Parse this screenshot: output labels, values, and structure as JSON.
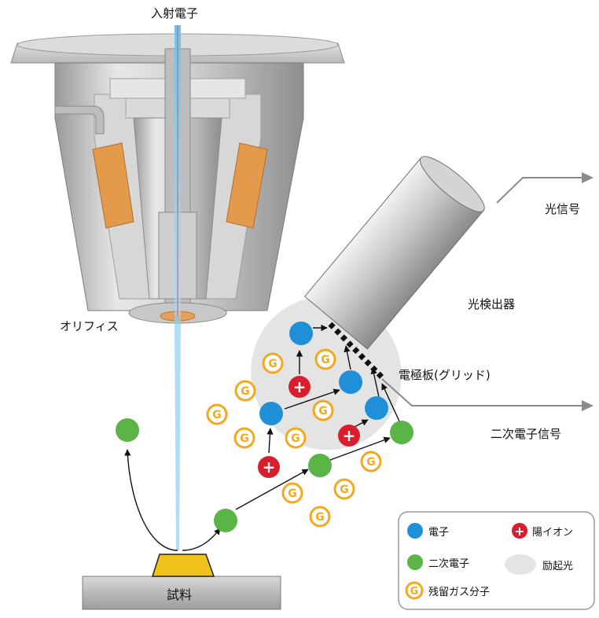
{
  "labels": {
    "incident_electrons": "入射電子",
    "orifice": "オリフィス",
    "light_signal": "光信号",
    "photodetector": "光検出器",
    "electrode_plate": "電極板(グリッド)",
    "secondary_electron_signal": "二次電子信号",
    "sample": "試料"
  },
  "particle_glyphs": {
    "gas": "G",
    "ion": "+"
  },
  "legend": {
    "electron": "電子",
    "positive_ion": "陽イオン",
    "secondary_electron": "二次電子",
    "excitation_light": "励起光",
    "residual_gas": "残留ガス分子"
  },
  "colors": {
    "electron": "#1f8fd8",
    "ion": "#d81e2c",
    "secondary_electron": "#5ab446",
    "gas": "#f2a91f",
    "coil": "#e39a4a",
    "beam": "#5ab8e6",
    "excitation_light": "#e4e4e4"
  }
}
